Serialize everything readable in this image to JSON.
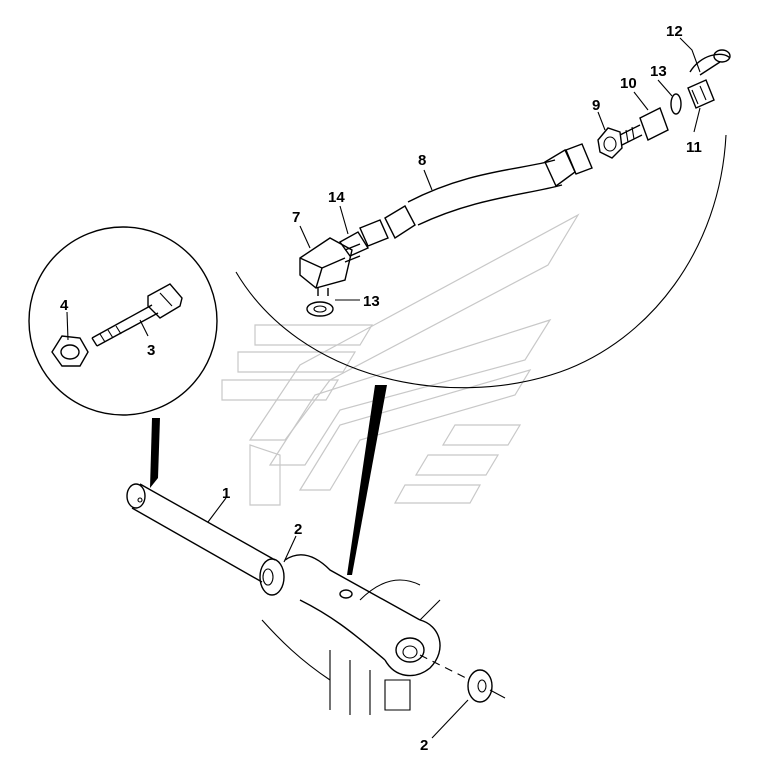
{
  "callouts": [
    {
      "id": "c1",
      "text": "1"
    },
    {
      "id": "c2a",
      "text": "2"
    },
    {
      "id": "c2b",
      "text": "2"
    },
    {
      "id": "c3",
      "text": "3"
    },
    {
      "id": "c4",
      "text": "4"
    },
    {
      "id": "c7",
      "text": "7"
    },
    {
      "id": "c8",
      "text": "8"
    },
    {
      "id": "c9",
      "text": "9"
    },
    {
      "id": "c10",
      "text": "10"
    },
    {
      "id": "c11",
      "text": "11"
    },
    {
      "id": "c12",
      "text": "12"
    },
    {
      "id": "c13a",
      "text": "13"
    },
    {
      "id": "c13b",
      "text": "13"
    },
    {
      "id": "c14",
      "text": "14"
    }
  ]
}
